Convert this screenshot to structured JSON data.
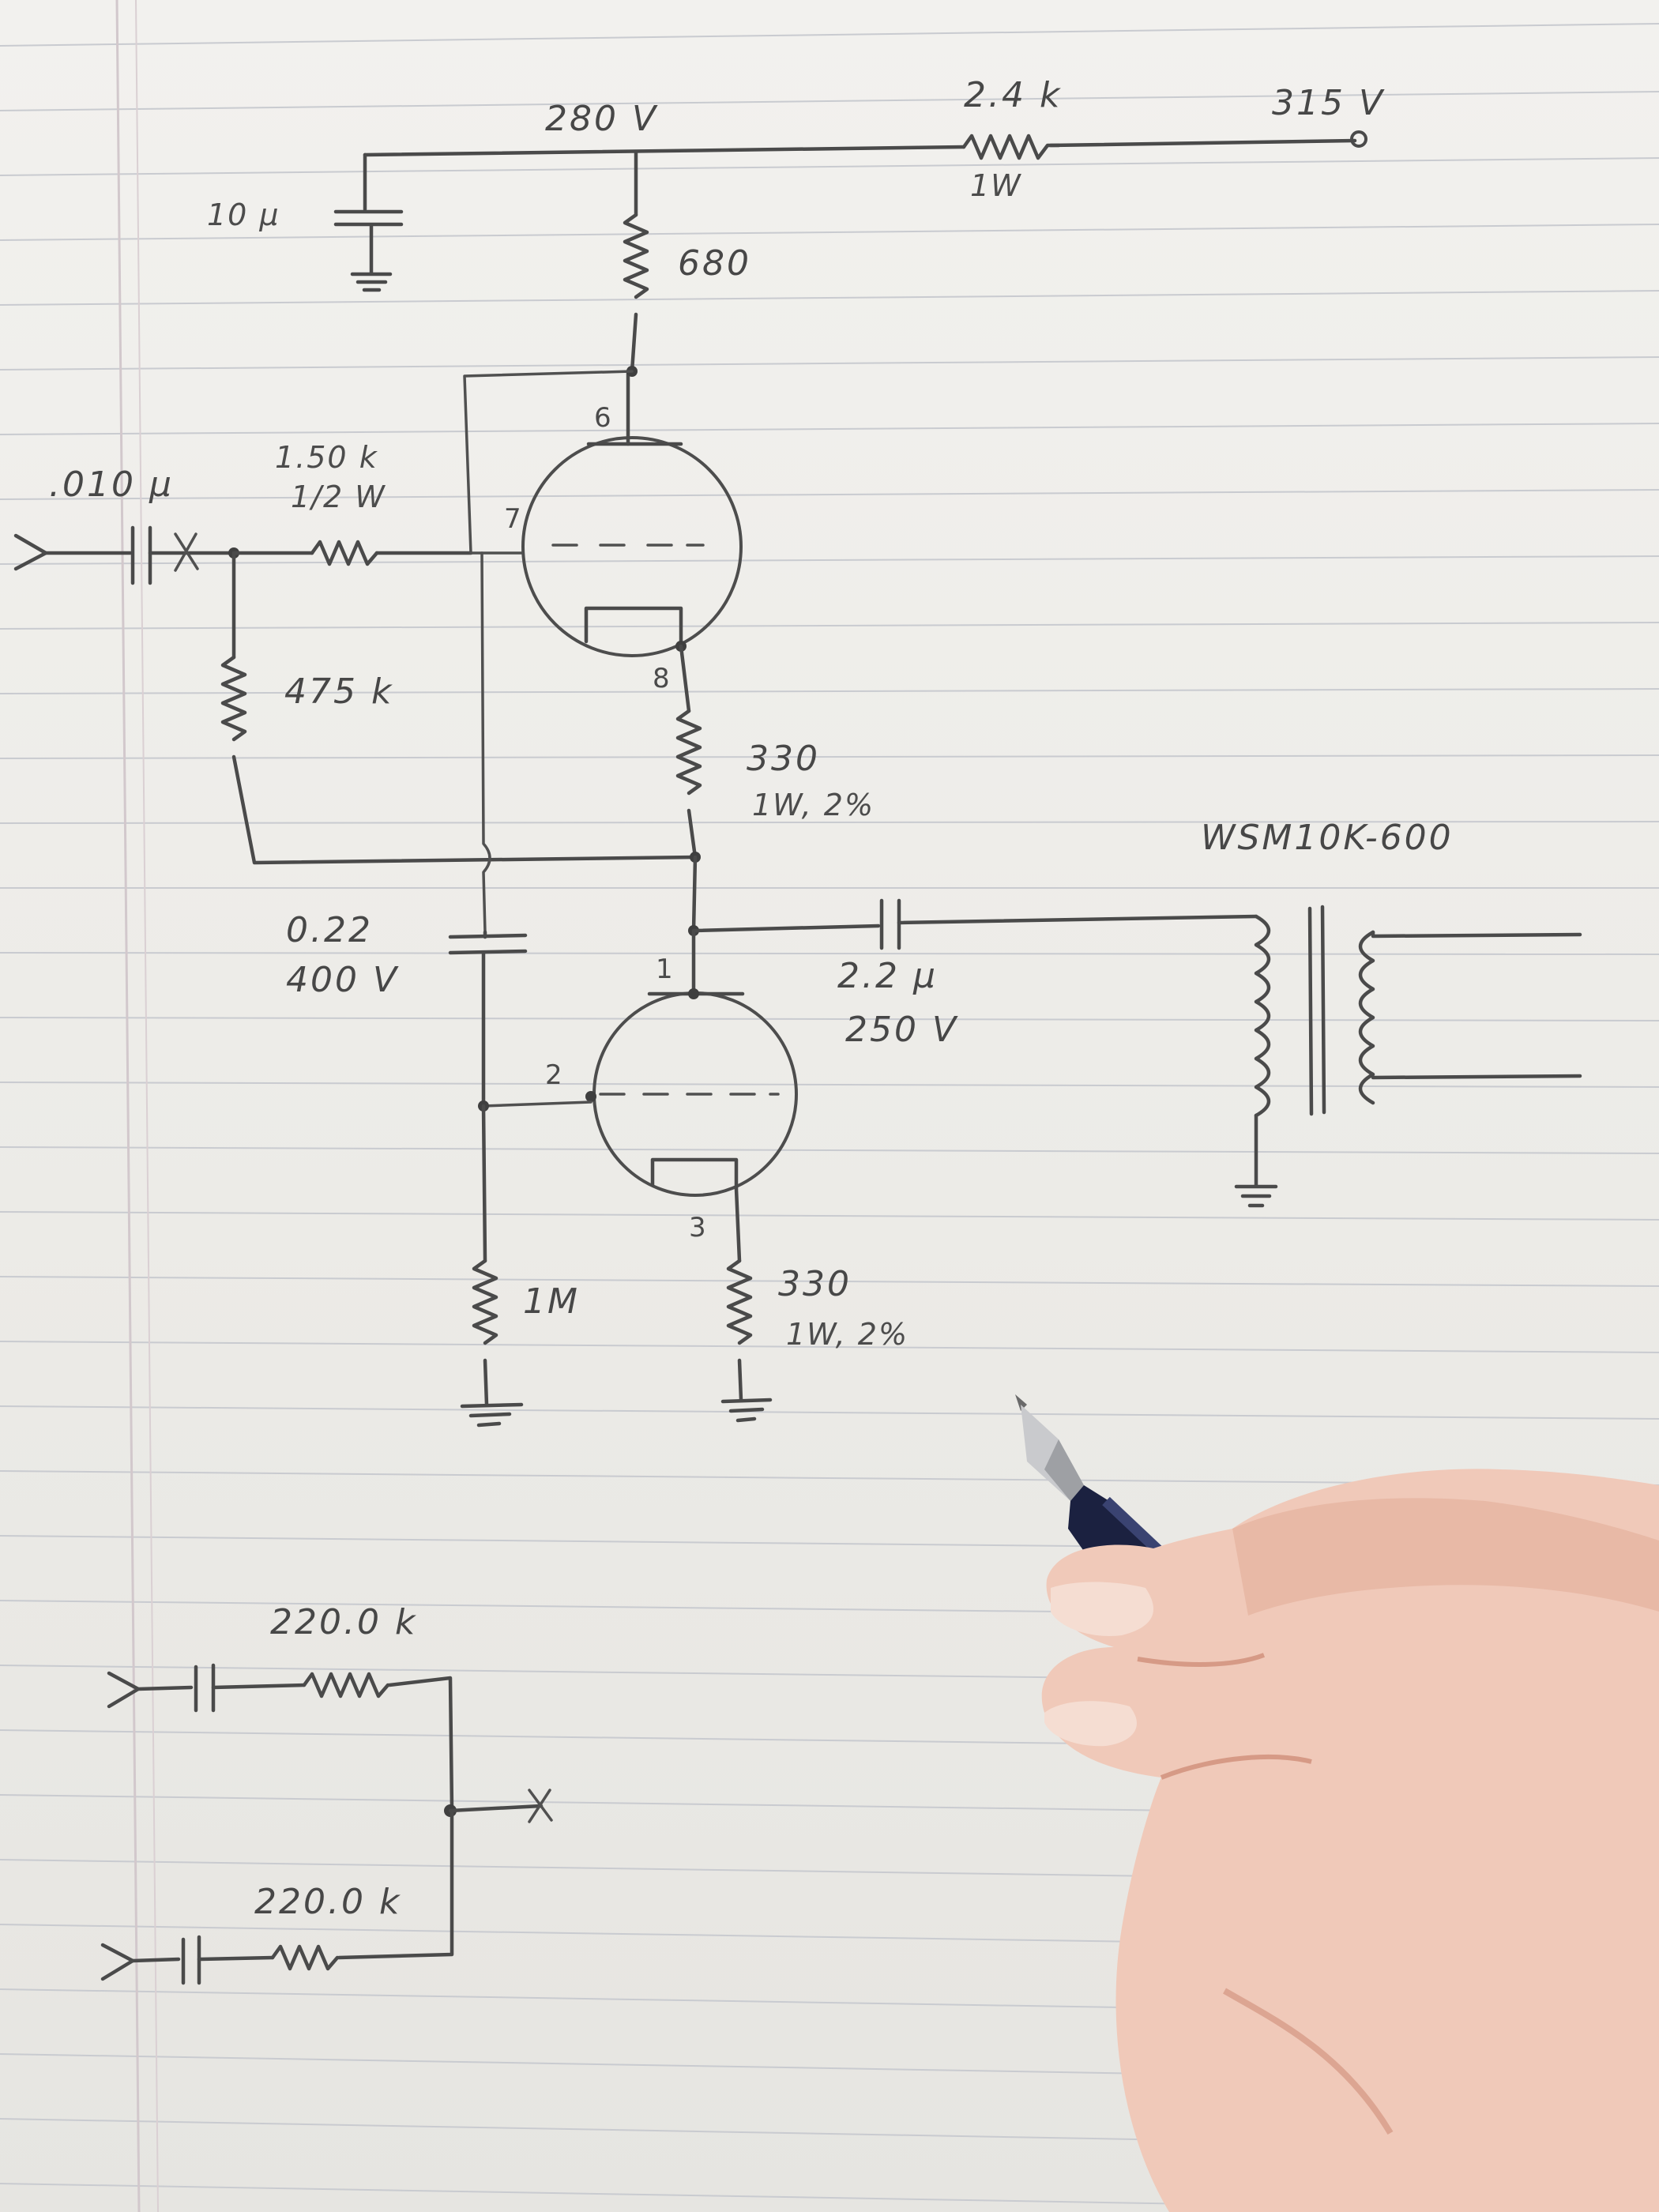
{
  "supply": {
    "plate_voltage": "280 V",
    "input_voltage": "315 V",
    "dropper_value": "2.4 k",
    "dropper_rating": "1W",
    "filter_cap": "10 µ"
  },
  "upper_stage": {
    "plate_resistor": "680",
    "grid_resistor": "1.50 k",
    "grid_resistor_rating": "1/2 W",
    "grid_leak": "475 k",
    "input_cap": ".010 µ",
    "cathode_resistor": "330",
    "cathode_rating": "1W, 2%",
    "pin_plate": "6",
    "pin_grid": "7",
    "pin_cathode": "8"
  },
  "lower_stage": {
    "coupling_cap": "0.22",
    "coupling_cap_rating": "400 V",
    "grid_resistor": "1M",
    "cathode_resistor": "330",
    "cathode_rating": "1W, 2%",
    "pin_plate": "1",
    "pin_grid": "2",
    "pin_cathode": "3"
  },
  "output": {
    "cap_value": "2.2 µ",
    "cap_rating": "250 V",
    "transformer": "WSM10K-600"
  },
  "mixer": {
    "resistor_top": "220.0 k",
    "resistor_bottom": "220.0 k"
  }
}
